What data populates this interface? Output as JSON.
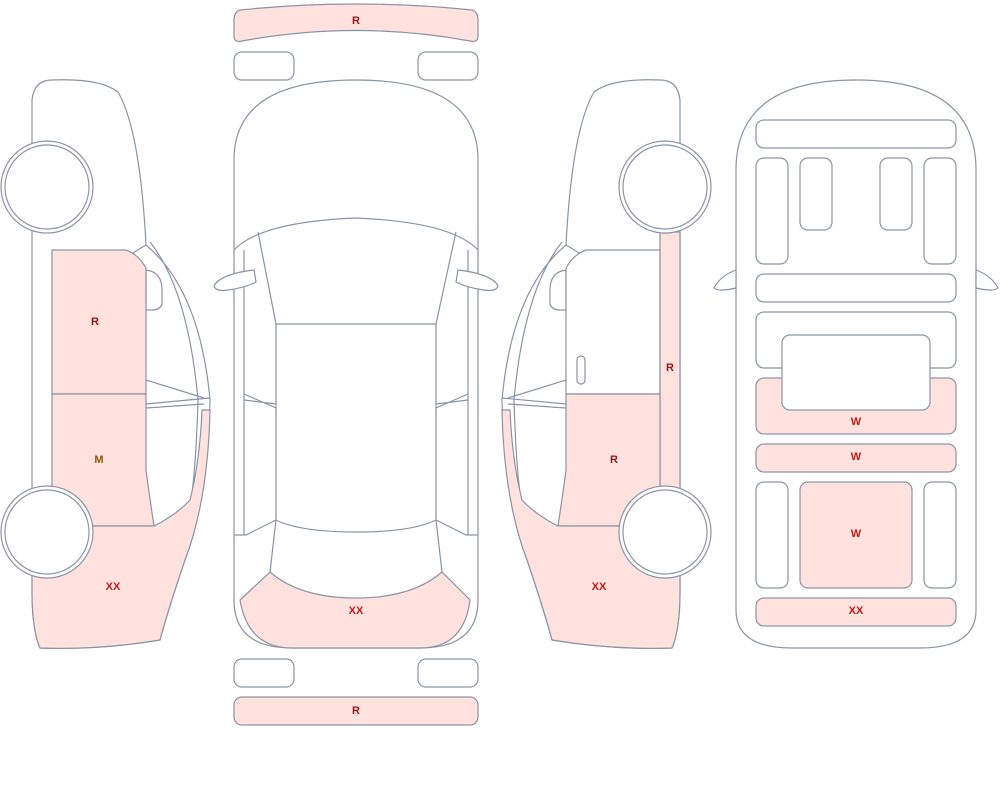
{
  "colors": {
    "outline": "#8a93a8",
    "damaged_fill": "#ffe1dd",
    "label_R": "#8b1a1a",
    "label_M": "#8b5a00",
    "label_XX": "#c41a1a",
    "label_W": "#c41a1a"
  },
  "panels": {
    "front_bumper": "R",
    "left_front_door": "R",
    "left_rear_door": "M",
    "left_rear_quarter": "XX",
    "top_trunk": "XX",
    "rear_bumper": "R",
    "right_pillar": "R",
    "right_rear_door": "R",
    "right_rear_quarter": "XX",
    "interior_floor_rear": "W",
    "interior_seat_row": "W",
    "interior_cargo": "W",
    "interior_tail": "XX"
  }
}
